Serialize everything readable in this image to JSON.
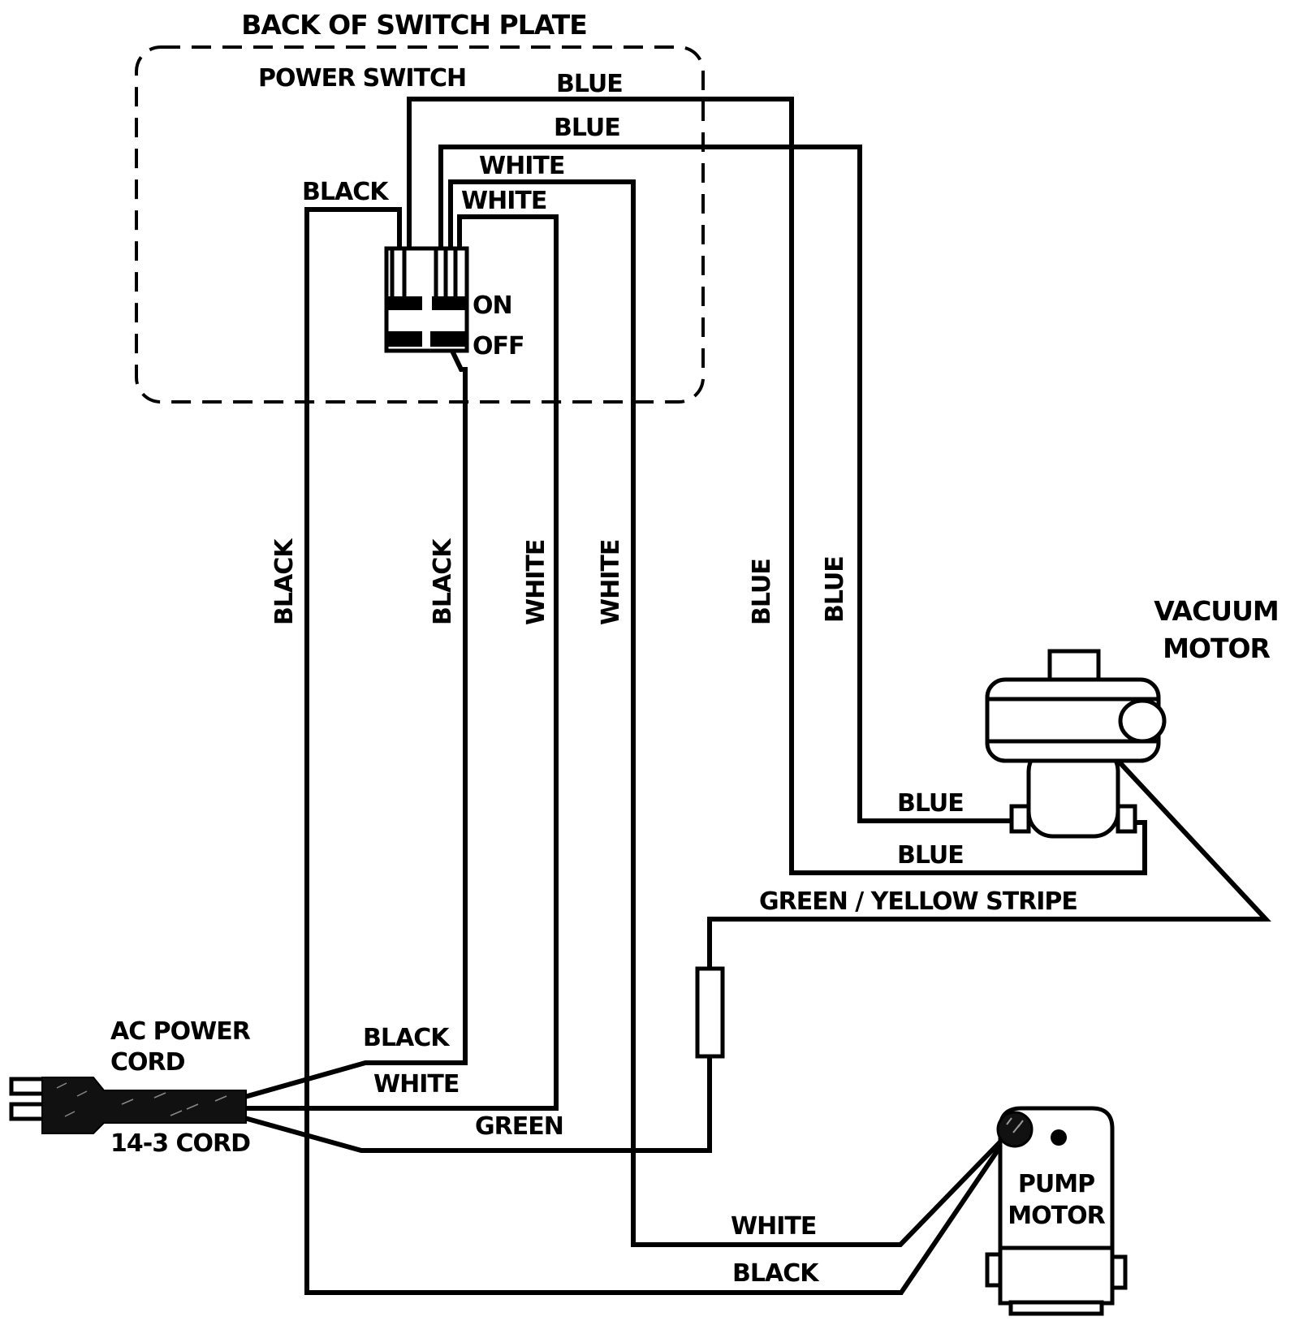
{
  "diagram": {
    "title": "BACK OF SWITCH PLATE",
    "components": {
      "power_switch": {
        "label": "POWER SWITCH",
        "on_label": "ON",
        "off_label": "OFF"
      },
      "vacuum_motor": {
        "label_line1": "VACUUM",
        "label_line2": "MOTOR"
      },
      "pump_motor": {
        "label_line1": "PUMP",
        "label_line2": "MOTOR"
      },
      "ac_power_cord": {
        "label_line1": "AC POWER",
        "label_line2": "CORD",
        "cord_type": "14-3 CORD"
      }
    },
    "wire_labels": {
      "switch_blue_1": "BLUE",
      "switch_blue_2": "BLUE",
      "switch_white_1": "WHITE",
      "switch_white_2": "WHITE",
      "switch_black": "BLACK",
      "vertical_black_1": "BLACK",
      "vertical_black_2": "BLACK",
      "vertical_white_1": "WHITE",
      "vertical_white_2": "WHITE",
      "vertical_blue_1": "BLUE",
      "vertical_blue_2": "BLUE",
      "motor_blue_1": "BLUE",
      "motor_blue_2": "BLUE",
      "ground_stripe": "GREEN / YELLOW STRIPE",
      "cord_black": "BLACK",
      "cord_white": "WHITE",
      "cord_green": "GREEN",
      "pump_white": "WHITE",
      "pump_black": "BLACK"
    }
  }
}
